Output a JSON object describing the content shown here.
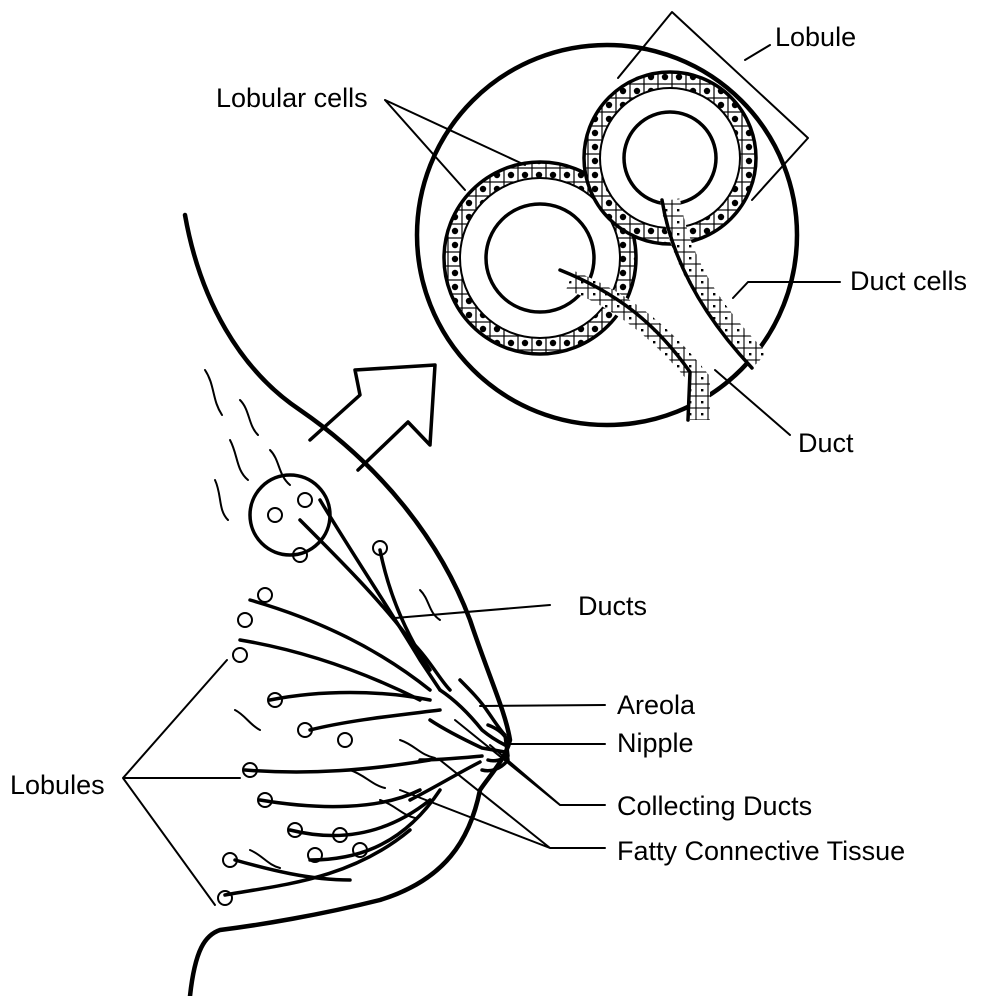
{
  "diagram": {
    "labels": {
      "lobule": "Lobule",
      "lobular_cells": "Lobular cells",
      "duct_cells": "Duct cells",
      "duct": "Duct",
      "ducts": "Ducts",
      "areola": "Areola",
      "nipple": "Nipple",
      "lobules": "Lobules",
      "collecting_ducts": "Collecting Ducts",
      "fatty_connective_tissue": "Fatty Connective Tissue"
    },
    "colors": {
      "stroke": "#000000",
      "background": "#ffffff"
    }
  }
}
